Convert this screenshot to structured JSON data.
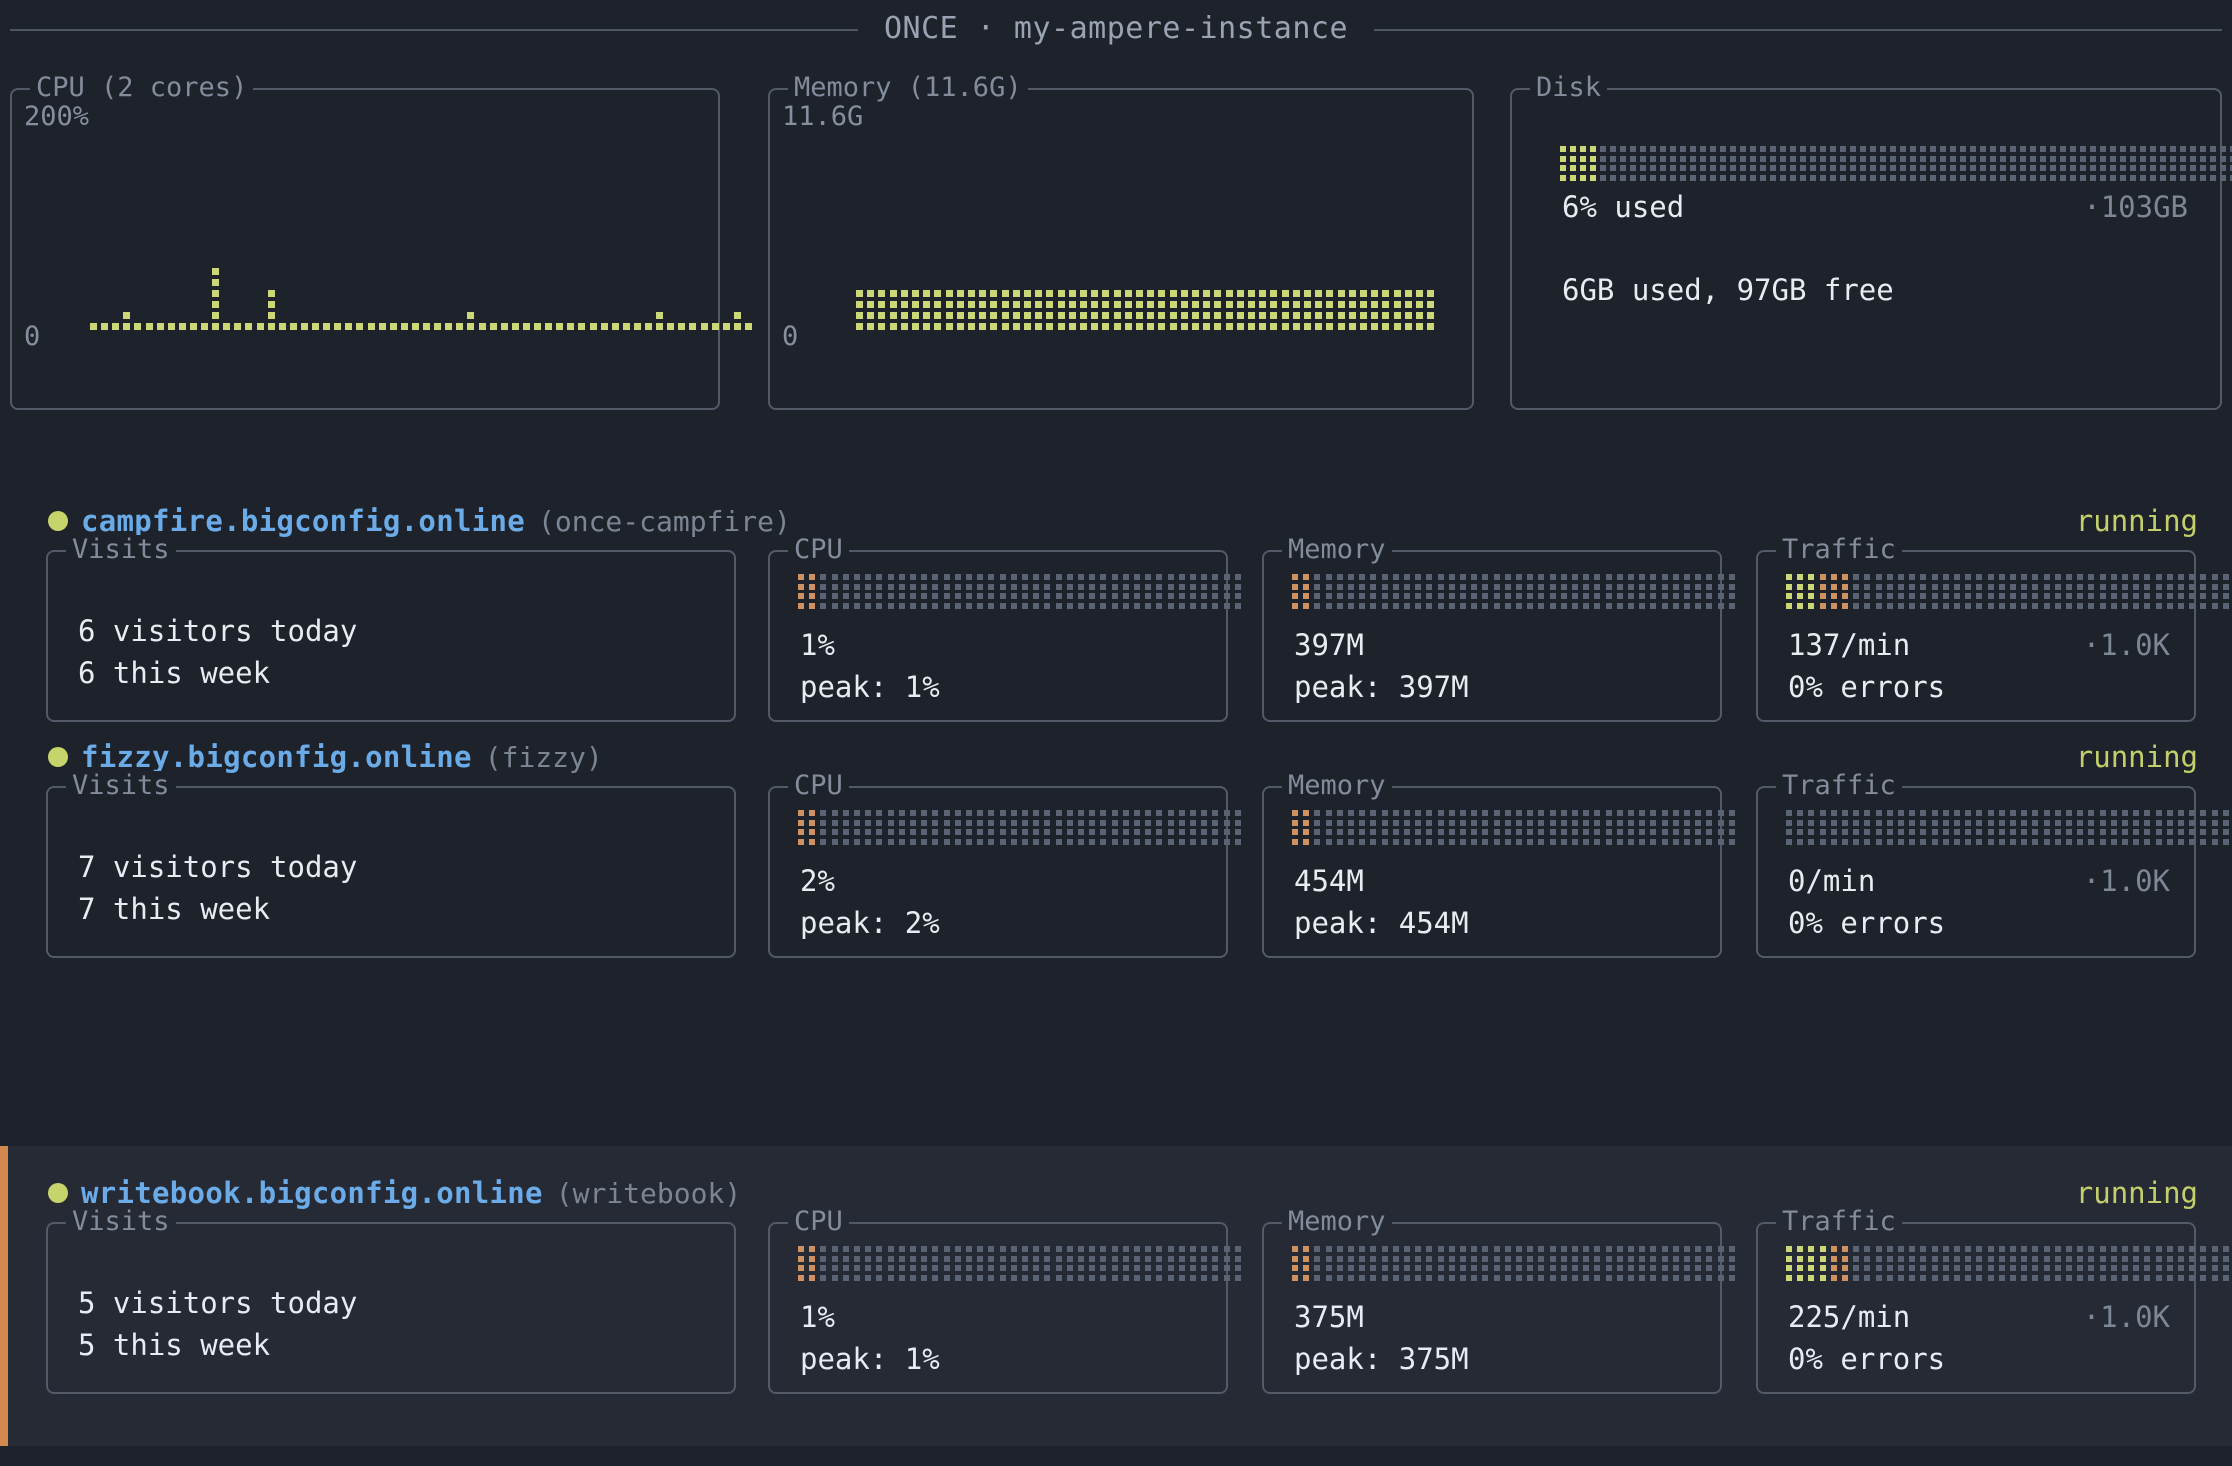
{
  "header": {
    "app_name": "ONCE",
    "separator": "·",
    "instance": "my-ampere-instance",
    "title": "ONCE · my-ampere-instance"
  },
  "system": {
    "cpu": {
      "legend": "CPU (2 cores)",
      "axis_max": "200%",
      "axis_min": "0"
    },
    "memory": {
      "legend": "Memory (11.6G)",
      "axis_max": "11.6G",
      "axis_min": "0"
    },
    "disk": {
      "legend": "Disk",
      "used_percent": "6% used",
      "total": "·103GB",
      "detail": "6GB used, 97GB free"
    }
  },
  "apps": [
    {
      "domain": "campfire.bigconfig.online",
      "alias": "(once-campfire)",
      "state": "running",
      "selected": false,
      "visits": {
        "legend": "Visits",
        "today": "6 visitors today",
        "week": "6 this week"
      },
      "cpu": {
        "legend": "CPU",
        "current": "1%",
        "peak": "peak: 1%"
      },
      "memory": {
        "legend": "Memory",
        "current": "397M",
        "peak": "peak: 397M"
      },
      "traffic": {
        "legend": "Traffic",
        "rate": "137/min",
        "errors": "0% errors",
        "total": "·1.0K"
      }
    },
    {
      "domain": "fizzy.bigconfig.online",
      "alias": "(fizzy)",
      "state": "running",
      "selected": false,
      "visits": {
        "legend": "Visits",
        "today": "7 visitors today",
        "week": "7 this week"
      },
      "cpu": {
        "legend": "CPU",
        "current": "2%",
        "peak": "peak: 2%"
      },
      "memory": {
        "legend": "Memory",
        "current": "454M",
        "peak": "peak: 454M"
      },
      "traffic": {
        "legend": "Traffic",
        "rate": "0/min",
        "errors": "0% errors",
        "total": "·1.0K"
      }
    },
    {
      "domain": "writebook.bigconfig.online",
      "alias": "(writebook)",
      "state": "running",
      "selected": true,
      "visits": {
        "legend": "Visits",
        "today": "5 visitors today",
        "week": "5 this week"
      },
      "cpu": {
        "legend": "CPU",
        "current": "1%",
        "peak": "peak: 1%"
      },
      "memory": {
        "legend": "Memory",
        "current": "375M",
        "peak": "peak: 375M"
      },
      "traffic": {
        "legend": "Traffic",
        "rate": "225/min",
        "errors": "0% errors",
        "total": "·1.0K"
      }
    }
  ],
  "colors": {
    "page_background": "#1e222b",
    "row_selected_background": "#252a35",
    "accent_orange": "#d2884e",
    "panel_border": "#525a68",
    "legend_text": "#838c9b",
    "primary_text": "#e8ecf2",
    "muted_text": "#7e8795",
    "domain_blue": "#6aabe8",
    "status_green": "#c7d36b",
    "chart_green": "#ccd878",
    "chart_dot_idle": "#5a6373",
    "chart_orange": "#cf9160"
  },
  "chart_data": [
    {
      "id": "system-cpu",
      "type": "line",
      "title": "CPU (2 cores)",
      "ylabel": "",
      "ylim": [
        0,
        200
      ],
      "unit": "%",
      "grid": false,
      "cols": 60,
      "rows": 20,
      "values": [
        0,
        0,
        0,
        8,
        0,
        0,
        0,
        0,
        0,
        0,
        0,
        55,
        0,
        0,
        0,
        0,
        35,
        0,
        0,
        0,
        0,
        0,
        0,
        0,
        0,
        0,
        0,
        0,
        0,
        0,
        0,
        0,
        0,
        0,
        8,
        0,
        0,
        0,
        0,
        0,
        0,
        0,
        0,
        0,
        0,
        0,
        0,
        0,
        0,
        0,
        0,
        8,
        0,
        0,
        0,
        0,
        0,
        0,
        8,
        0
      ]
    },
    {
      "id": "system-memory",
      "type": "area",
      "title": "Memory (11.6G)",
      "ylabel": "",
      "ylim": [
        0,
        11.6
      ],
      "unit": "G",
      "grid": false,
      "cols": 52,
      "rows": 20,
      "values": [
        1.7,
        1.7,
        1.7,
        1.7,
        1.7,
        1.7,
        1.7,
        1.7,
        1.7,
        1.7,
        1.7,
        1.7,
        1.7,
        1.7,
        1.7,
        1.7,
        1.7,
        1.7,
        1.7,
        1.7,
        1.7,
        1.7,
        1.7,
        1.7,
        1.7,
        1.7,
        1.7,
        1.7,
        1.7,
        1.7,
        1.7,
        1.7,
        1.7,
        1.7,
        1.7,
        1.7,
        1.7,
        1.7,
        1.7,
        1.7,
        1.7,
        1.7,
        1.7,
        1.7,
        1.7,
        1.7,
        1.7,
        1.7,
        1.7,
        1.7,
        1.7,
        1.7
      ]
    },
    {
      "id": "disk-gauge",
      "type": "bar",
      "title": "Disk",
      "categories": [
        "used",
        "free"
      ],
      "values": [
        6,
        97
      ],
      "unit": "GB",
      "fill_percent": 6,
      "cols": 72,
      "rows": 4
    },
    {
      "id": "campfire-cpu",
      "type": "bar",
      "title": "CPU",
      "fill_percent": 4,
      "values": [
        1
      ],
      "peak": 1,
      "unit": "%",
      "cols": 40,
      "rows": 4
    },
    {
      "id": "campfire-memory",
      "type": "bar",
      "title": "Memory",
      "fill_percent": 4,
      "values": [
        397
      ],
      "peak": 397,
      "unit": "M",
      "cols": 40,
      "rows": 4
    },
    {
      "id": "campfire-traffic",
      "type": "bar",
      "title": "Traffic",
      "fill_percent": 14,
      "values": [
        137
      ],
      "unit": "/min",
      "cols": 40,
      "rows": 4
    },
    {
      "id": "fizzy-cpu",
      "type": "bar",
      "title": "CPU",
      "fill_percent": 4,
      "values": [
        2
      ],
      "peak": 2,
      "unit": "%",
      "cols": 40,
      "rows": 4
    },
    {
      "id": "fizzy-memory",
      "type": "bar",
      "title": "Memory",
      "fill_percent": 4,
      "values": [
        454
      ],
      "peak": 454,
      "unit": "M",
      "cols": 40,
      "rows": 4
    },
    {
      "id": "fizzy-traffic",
      "type": "bar",
      "title": "Traffic",
      "fill_percent": 0,
      "values": [
        0
      ],
      "unit": "/min",
      "cols": 40,
      "rows": 4
    },
    {
      "id": "writebook-cpu",
      "type": "bar",
      "title": "CPU",
      "fill_percent": 4,
      "values": [
        1
      ],
      "peak": 1,
      "unit": "%",
      "cols": 40,
      "rows": 4
    },
    {
      "id": "writebook-memory",
      "type": "bar",
      "title": "Memory",
      "fill_percent": 4,
      "values": [
        375
      ],
      "peak": 375,
      "unit": "M",
      "cols": 40,
      "rows": 4
    },
    {
      "id": "writebook-traffic",
      "type": "bar",
      "title": "Traffic",
      "fill_percent": 14,
      "values": [
        225
      ],
      "unit": "/min",
      "cols": 40,
      "rows": 4
    }
  ]
}
